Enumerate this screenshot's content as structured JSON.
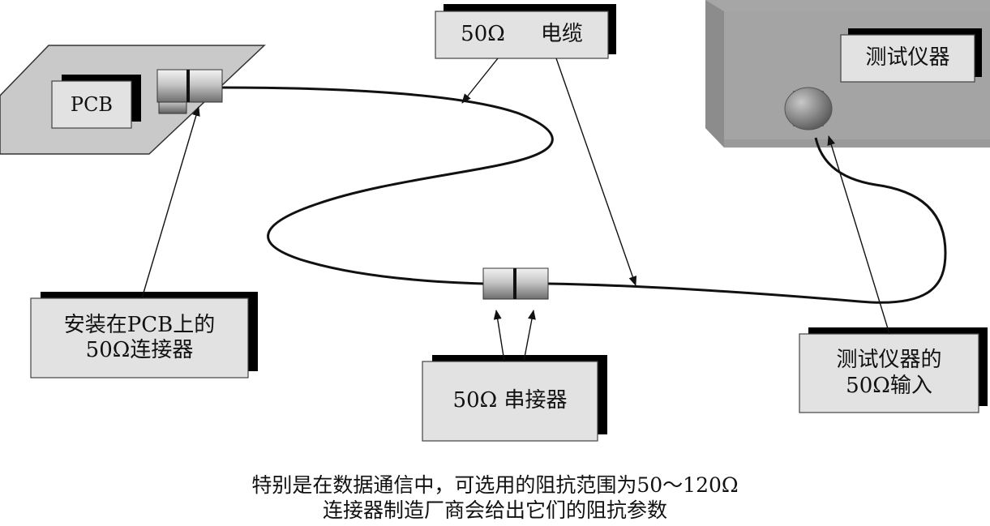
{
  "labels": {
    "pcb": "PCB",
    "cable_resistance": "50Ω",
    "cable_text": "电缆",
    "instrument": "测试仪器",
    "pcb_connector_line1": "安装在PCB上的",
    "pcb_connector_line2": "50Ω连接器",
    "serial_connector": "50Ω 串接器",
    "instrument_input_line1": "测试仪器的",
    "instrument_input_line2": "50Ω输入"
  },
  "caption": {
    "line1": "特别是在数据通信中，可选用的阻抗范围为50～120Ω",
    "line2": "连接器制造厂商会给出它们的阻抗参数"
  },
  "colors": {
    "box_fill": "#e2e2e2",
    "shadow": "#000000",
    "instrument_body": "#a0a0a0",
    "line": "#111111"
  }
}
